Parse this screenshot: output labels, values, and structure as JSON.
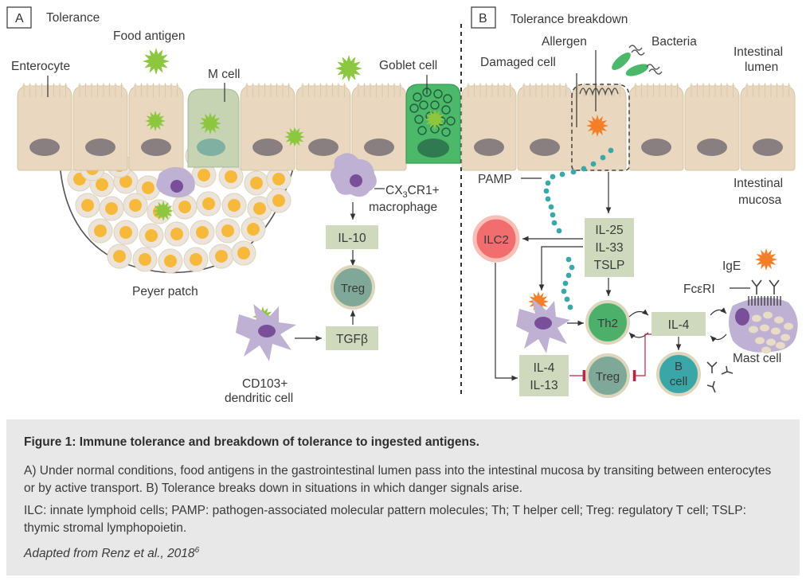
{
  "panel_a": {
    "letter": "A",
    "title": "Tolerance",
    "labels": {
      "food_antigen": "Food antigen",
      "enterocyte": "Enterocyte",
      "m_cell": "M cell",
      "goblet_cell": "Goblet cell",
      "cx3cr1_prefix": "CX",
      "cx3cr1_sub": "3",
      "cx3cr1_suffix": "CR1+",
      "macrophage": "macrophage",
      "peyer_patch": "Peyer patch",
      "cd103": "CD103+",
      "dendritic_cell": "dendritic cell"
    },
    "boxes": {
      "il10": "IL-10",
      "tgfb": "TGFβ"
    },
    "cells": {
      "treg": "Treg"
    }
  },
  "panel_b": {
    "letter": "B",
    "title": "Tolerance breakdown",
    "labels": {
      "allergen": "Allergen",
      "bacteria": "Bacteria",
      "damaged_cell": "Damaged cell",
      "intestinal_lumen_1": "Intestinal",
      "intestinal_lumen_2": "lumen",
      "intestinal_mucosa_1": "Intestinal",
      "intestinal_mucosa_2": "mucosa",
      "pamp": "PAMP",
      "ige": "IgE",
      "fceri": "FcεRI",
      "mast_cell": "Mast cell"
    },
    "boxes": {
      "il25": "IL-25",
      "il33": "IL-33",
      "tslp": "TSLP",
      "il4": "IL-4",
      "il4b": "IL-4",
      "il13": "IL-13"
    },
    "cells": {
      "ilc2": "ILC2",
      "th2": "Th2",
      "treg": "Treg",
      "b1": "B",
      "b2": "cell"
    }
  },
  "caption": {
    "title": "Figure 1: Immune tolerance and breakdown of tolerance to ingested antigens.",
    "para1": "A) Under normal conditions, food antigens in the gastrointestinal lumen pass into the intestinal mucosa by transiting between enterocytes or by active transport. B) Tolerance breaks down in situations in which danger signals arise.",
    "para2": "ILC: innate lymphoid cells; PAMP: pathogen-associated molecular pattern molecules; Th; T helper cell; Treg: regulatory T cell; TSLP: thymic stromal lymphopoietin.",
    "source": "Adapted from Renz et al., 2018",
    "source_ref": "6"
  },
  "colors": {
    "enterocyte": "#e9d8bf",
    "nucleus": "#8a7f80",
    "antigen": "#8dc63f",
    "allergen": "#f47f2a",
    "goblet": "#4cb86a",
    "m_cell": "#c6d4b4",
    "box": "#cfd9bd",
    "treg": "#7fa898",
    "th2": "#4cb06a",
    "b_cell": "#3aa6a8",
    "ilc2": "#f26d6d",
    "immune_purple": "#bfb1d4",
    "pamp_dots": "#3aa8a8",
    "caption_bg": "#e8e8e8"
  }
}
